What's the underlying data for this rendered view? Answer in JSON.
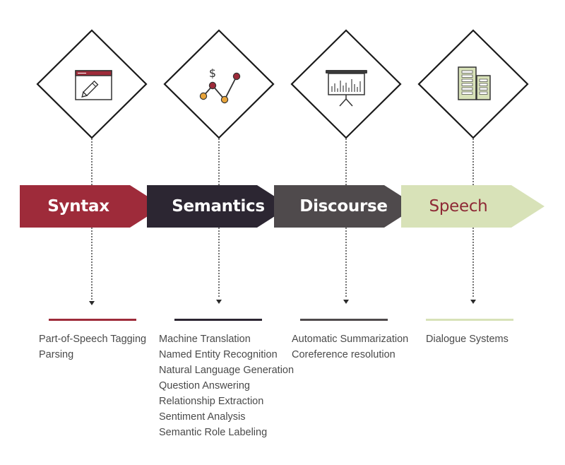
{
  "colors": {
    "syntax": "#9e2b3a",
    "semantics": "#2c2632",
    "discourse": "#4f4a4c",
    "speech": "#d8e2b8",
    "speech_text": "#8e2a36",
    "outline": "#1a1a1a",
    "item_text": "#4a4a4a"
  },
  "stages": [
    {
      "label": "Syntax",
      "icon": "pencil-window-icon",
      "color": "#9e2b3a",
      "text_color": "#ffffff",
      "underline_color": "#9e2b3a",
      "items": [
        "Part-of-Speech Tagging",
        "Parsing"
      ]
    },
    {
      "label": "Semantics",
      "icon": "line-chart-dollar-icon",
      "color": "#2c2632",
      "text_color": "#ffffff",
      "underline_color": "#2c2632",
      "items": [
        "Machine Translation",
        "Named Entity Recognition",
        "Natural Language Generation",
        "Question Answering",
        "Relationship Extraction",
        "Sentiment Analysis",
        "Semantic Role Labeling"
      ]
    },
    {
      "label": "Discourse",
      "icon": "presentation-board-icon",
      "color": "#4f4a4c",
      "text_color": "#ffffff",
      "underline_color": "#4f4a4c",
      "items": [
        "Automatic Summarization",
        "Coreference resolution"
      ]
    },
    {
      "label": "Speech",
      "icon": "buildings-icon",
      "color": "#d8e2b8",
      "text_color": "#8e2a36",
      "underline_color": "#d8e2b8",
      "items": [
        "Dialogue Systems"
      ]
    }
  ]
}
